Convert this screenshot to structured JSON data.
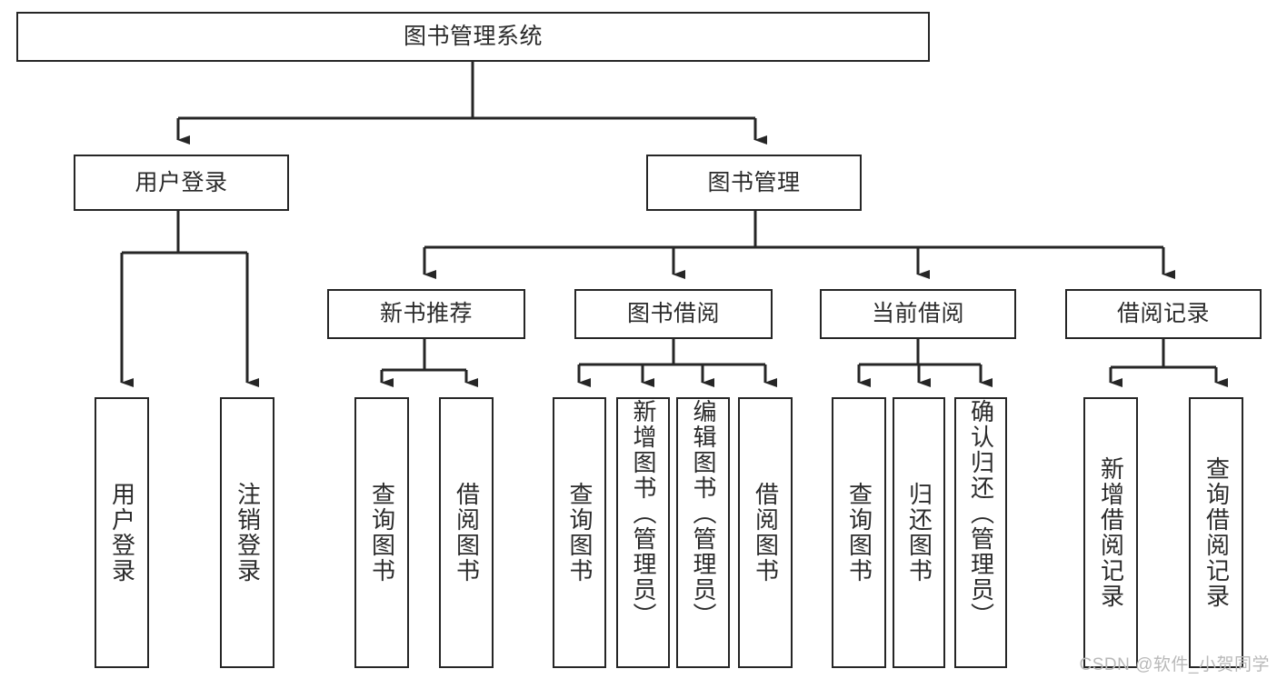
{
  "diagram": {
    "title": "图书管理系统",
    "type": "tree-hierarchy",
    "watermark": "CSDN @软件_小贺同学",
    "colors": {
      "stroke": "#262626",
      "text": "#2b2b2b",
      "background": "#ffffff",
      "watermark": "#b9b9b9"
    },
    "nodes": {
      "root": {
        "label": "图书管理系统"
      },
      "level2": [
        {
          "id": "user-login",
          "label": "用户登录"
        },
        {
          "id": "book-manage",
          "label": "图书管理"
        }
      ],
      "level3": [
        {
          "id": "new-book-rec",
          "label": "新书推荐"
        },
        {
          "id": "book-borrow",
          "label": "图书借阅"
        },
        {
          "id": "current-borrow",
          "label": "当前借阅"
        },
        {
          "id": "borrow-record",
          "label": "借阅记录"
        }
      ],
      "leaves": {
        "user-login": [
          {
            "id": "leaf-user-login",
            "label": "用户登录"
          },
          {
            "id": "leaf-user-logout",
            "label": "注销登录"
          }
        ],
        "new-book-rec": [
          {
            "id": "leaf-query-book-1",
            "label": "查询图书"
          },
          {
            "id": "leaf-borrow-book-1",
            "label": "借阅图书"
          }
        ],
        "book-borrow": [
          {
            "id": "leaf-query-book-2",
            "label": "查询图书"
          },
          {
            "id": "leaf-add-book",
            "label": "新增图书（管理员）"
          },
          {
            "id": "leaf-edit-book",
            "label": "编辑图书（管理员）"
          },
          {
            "id": "leaf-borrow-book-2",
            "label": "借阅图书"
          }
        ],
        "current-borrow": [
          {
            "id": "leaf-query-book-3",
            "label": "查询图书"
          },
          {
            "id": "leaf-return-book",
            "label": "归还图书"
          },
          {
            "id": "leaf-confirm-return",
            "label": "确认归还（管理员）"
          }
        ],
        "borrow-record": [
          {
            "id": "leaf-add-record",
            "label": "新增借阅记录"
          },
          {
            "id": "leaf-query-record",
            "label": "查询借阅记录"
          }
        ]
      }
    }
  }
}
